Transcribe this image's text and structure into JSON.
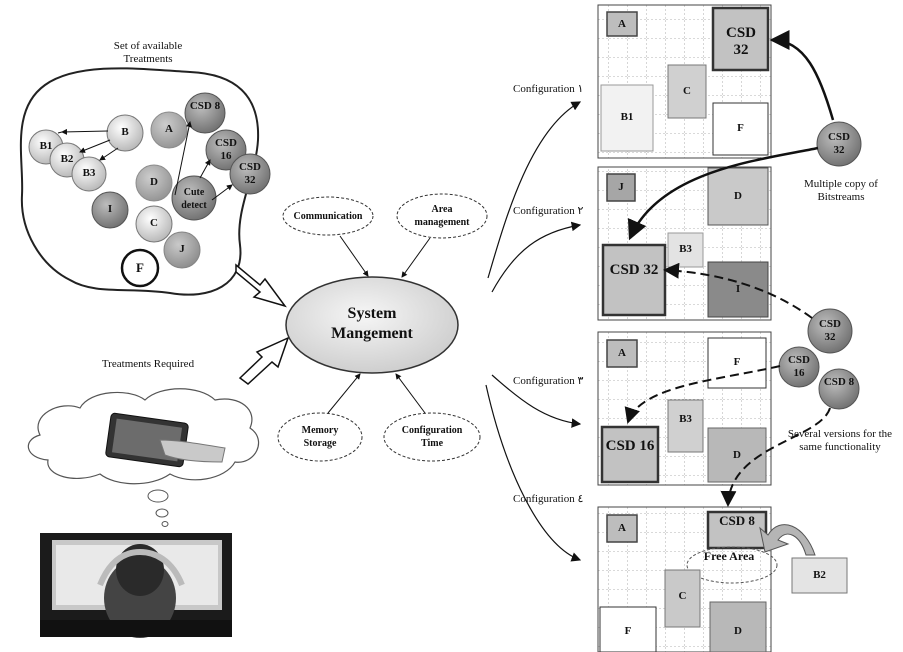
{
  "left": {
    "available_title": "Set of available Treatments",
    "required_title": "Treatments Required",
    "bubbles": {
      "b": "B",
      "b1": "B1",
      "b2": "B2",
      "b3": "B3",
      "a": "A",
      "d": "D",
      "i": "I",
      "c": "C",
      "j": "J",
      "f": "F",
      "csd8": "CSD 8",
      "csd16": "CSD 16",
      "csd32": "CSD 32",
      "cute": "Cute detect"
    }
  },
  "center": {
    "system": "System Mangement",
    "communication": "Communication",
    "area": "Area management",
    "memory": "Memory Storage",
    "config_time": "Configuration Time"
  },
  "configs": {
    "c1": "Configuration ١",
    "c2": "Configuration ٢",
    "c3": "Configuration ٣",
    "c4": "Configuration ٤"
  },
  "blocks": {
    "g1_a": "A",
    "g1_csd": "CSD 32",
    "g1_c": "C",
    "g1_b1": "B1",
    "g1_f": "F",
    "g2_j": "J",
    "g2_d": "D",
    "g2_b3": "B3",
    "g2_csd": "CSD 32",
    "g2_i": "I",
    "g3_a": "A",
    "g3_f": "F",
    "g3_b3": "B3",
    "g3_csd": "CSD 16",
    "g3_d": "D",
    "g4_a": "A",
    "g4_csd": "CSD 8",
    "g4_free": "Free Area",
    "g4_c": "C",
    "g4_f": "F",
    "g4_d": "D",
    "b2_box": "B2"
  },
  "right": {
    "csd32_a": "CSD 32",
    "csd32_b": "CSD 32",
    "csd16": "CSD 16",
    "csd8": "CSD 8",
    "multiple_copy": "Multiple copy of Bitstreams",
    "several_versions": "Several versions for the same functionality"
  },
  "colors": {
    "bubble_light": "#e4e4e4",
    "bubble_mid": "#c4c4c4",
    "bubble_dark": "#8e8e8e",
    "ellipse_fill": "#e6e6e6",
    "grid_line": "#9a9a9a"
  }
}
